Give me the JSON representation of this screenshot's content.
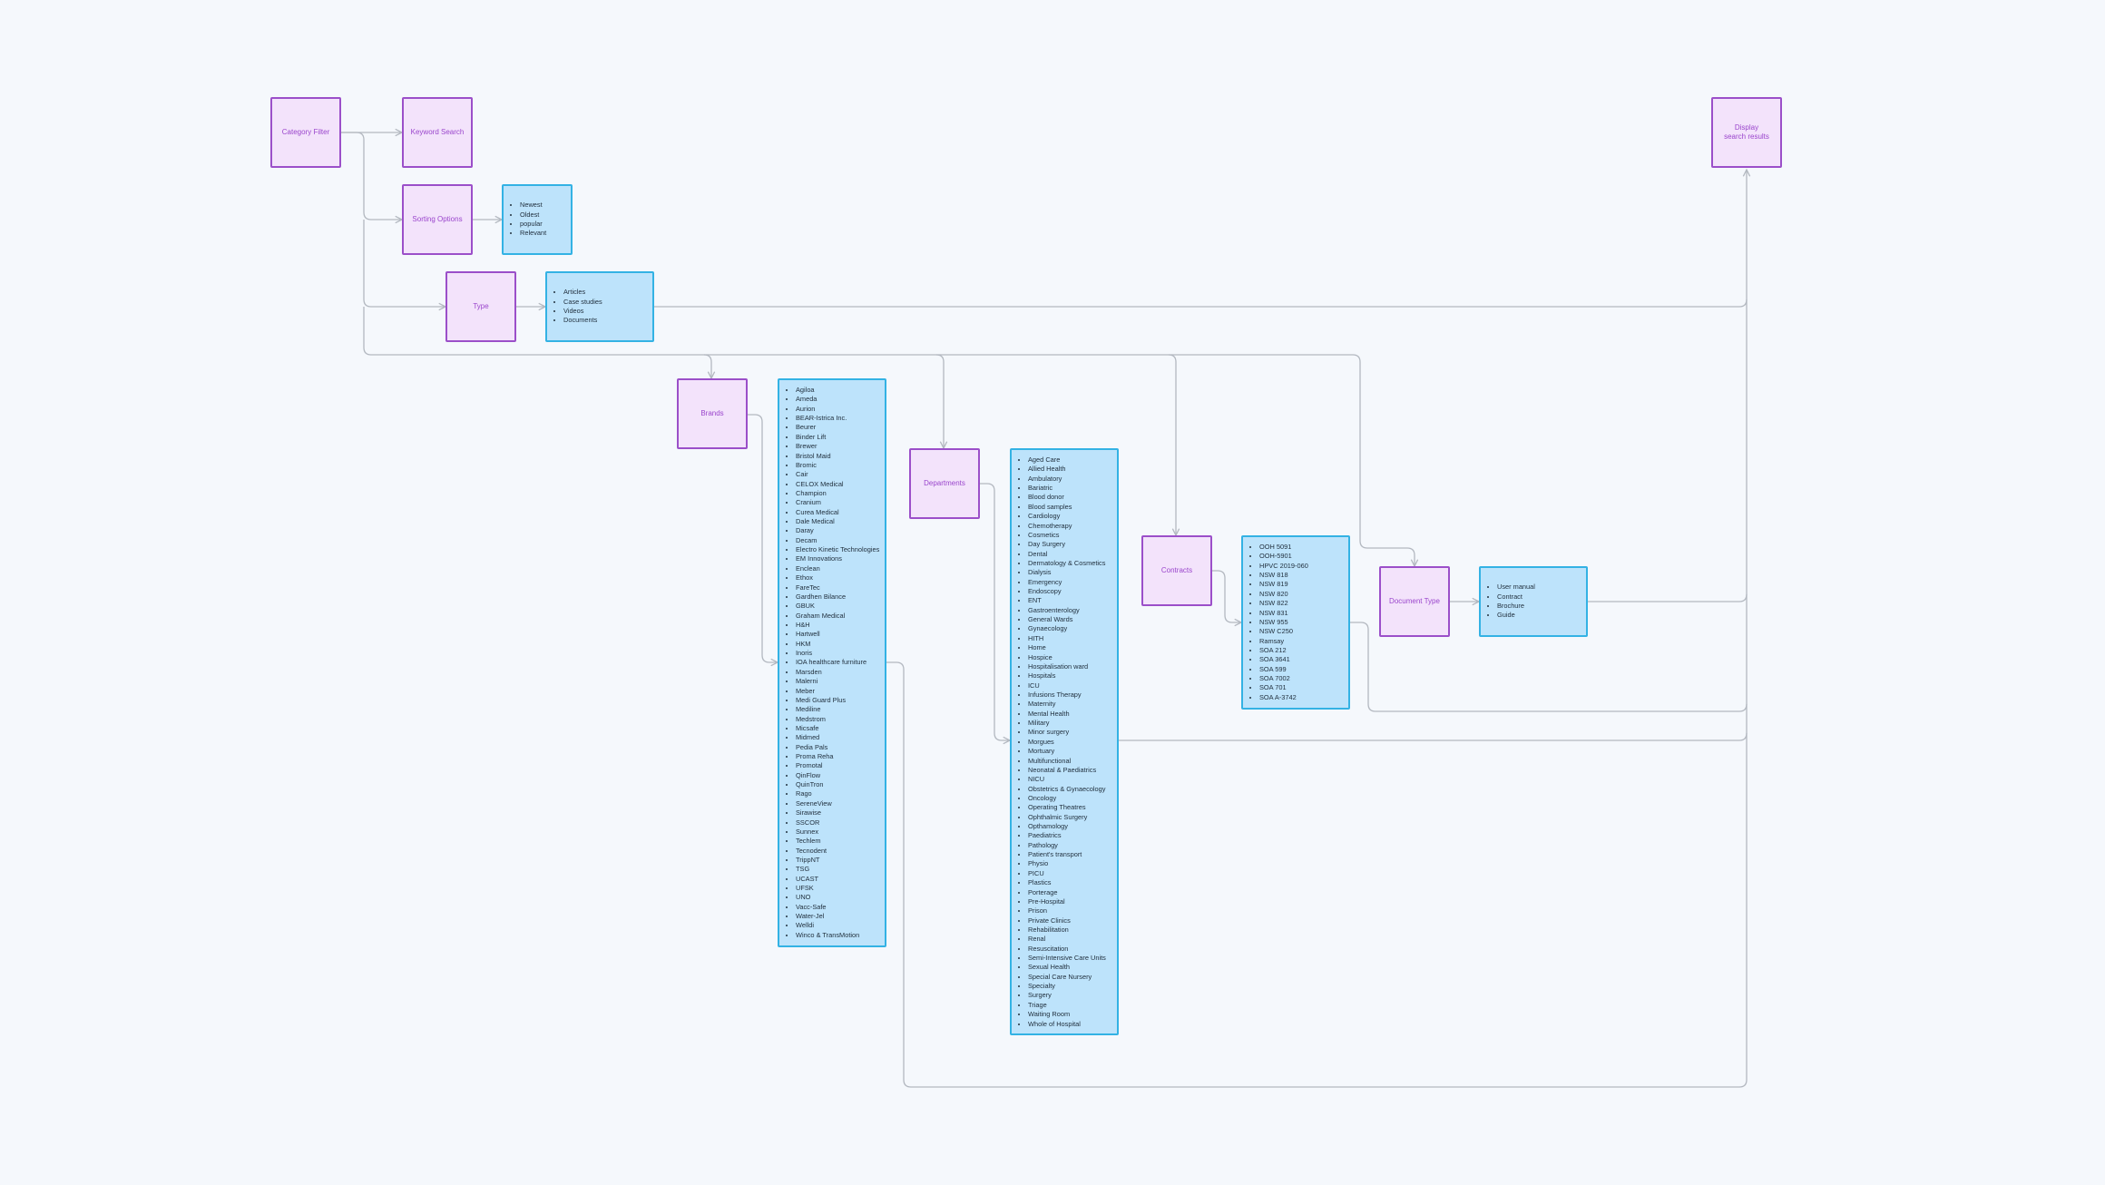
{
  "nodes": {
    "category_filter": "Category Filter",
    "keyword_search": "Keyword Search",
    "sorting_options": "Sorting Options",
    "type": "Type",
    "brands": "Brands",
    "departments": "Departments",
    "contracts": "Contracts",
    "document_type": "Document Type",
    "display_search_results": "Display search results"
  },
  "lists": {
    "sorting": [
      "Newest",
      "Oldest",
      "popular",
      "Relevant"
    ],
    "type": [
      "Articles",
      "Case studies",
      "Videos",
      "Documents"
    ],
    "brands": [
      "Agiloa",
      "Ameda",
      "Aurion",
      "BEAR-Istrica Inc.",
      "Beurer",
      "Binder Lift",
      "Brewer",
      "Bristol Maid",
      "Bromic",
      "Cair",
      "CELOX Medical",
      "Champion",
      "Cranium",
      "Curea Medical",
      "Dale Medical",
      "Daray",
      "Decam",
      "Electro Kinetic Technologies",
      "EM Innovations",
      "Enclean",
      "Ethox",
      "FareTec",
      "Gardhen Bilance",
      "GBUK",
      "Graham Medical",
      "H&H",
      "Hartwell",
      "HKM",
      "Inoris",
      "IOA healthcare furniture",
      "Marsden",
      "Malerni",
      "Meber",
      "Medi Guard Plus",
      "Mediline",
      "Medstrom",
      "Micsafe",
      "Midmed",
      "Pedia Pals",
      "Proma Reha",
      "Promotal",
      "QinFlow",
      "QuinTron",
      "Rago",
      "SereneView",
      "Sirawise",
      "SSCOR",
      "Sunnex",
      "Techlem",
      "Tecnodent",
      "TrippNT",
      "TSG",
      "UCAST",
      "UFSK",
      "UNO",
      "Vacc-Safe",
      "Water-Jel",
      "Welldi",
      "Winco & TransMotion"
    ],
    "departments": [
      "Aged Care",
      "Allied Health",
      "Ambulatory",
      "Bariatric",
      "Blood donor",
      "Blood samples",
      "Cardiology",
      "Chemotherapy",
      "Cosmetics",
      "Day Surgery",
      "Dental",
      "Dermatology & Cosmetics",
      "Dialysis",
      "Emergency",
      "Endoscopy",
      "ENT",
      "Gastroenterology",
      "General Wards",
      "Gynaecology",
      "HITH",
      "Home",
      "Hospice",
      "Hospitalisation ward",
      "Hospitals",
      "ICU",
      "Infusions Therapy",
      "Maternity",
      "Mental Health",
      "Military",
      "Minor surgery",
      "Morgues",
      "Mortuary",
      "Multifunctional",
      "Neonatal & Paediatrics",
      "NICU",
      "Obstetrics & Gynaecology",
      "Oncology",
      "Operating Theatres",
      "Ophthalmic Surgery",
      "Opthamology",
      "Paediatrics",
      "Pathology",
      "Patient's transport",
      "Physio",
      "PICU",
      "Plastics",
      "Porterage",
      "Pre-Hospital",
      "Prison",
      "Private Clinics",
      "Rehabilitation",
      "Renal",
      "Resuscitation",
      "Semi-Intensive Care Units",
      "Sexual Health",
      "Special Care Nursery",
      "Specialty",
      "Surgery",
      "Triage",
      "Waiting Room",
      "Whole of Hospital"
    ],
    "contracts": [
      "OOH 5091",
      "OOH-5901",
      "HPVC 2019-060",
      "NSW 818",
      "NSW 819",
      "NSW 820",
      "NSW 822",
      "NSW 831",
      "NSW 955",
      "NSW C250",
      "Ramsay",
      "SOA 212",
      "SOA 3641",
      "SOA 599",
      "SOA 7002",
      "SOA 701",
      "SOA A-3742"
    ],
    "document_type": [
      "User manual",
      "Contract",
      "Brochure",
      "Guide"
    ]
  },
  "colors": {
    "node_fill": "#f3e3fb",
    "node_border": "#9b4fc9",
    "list_fill": "#bde3fb",
    "list_border": "#33b2e4",
    "connector": "#b3b8c0"
  }
}
